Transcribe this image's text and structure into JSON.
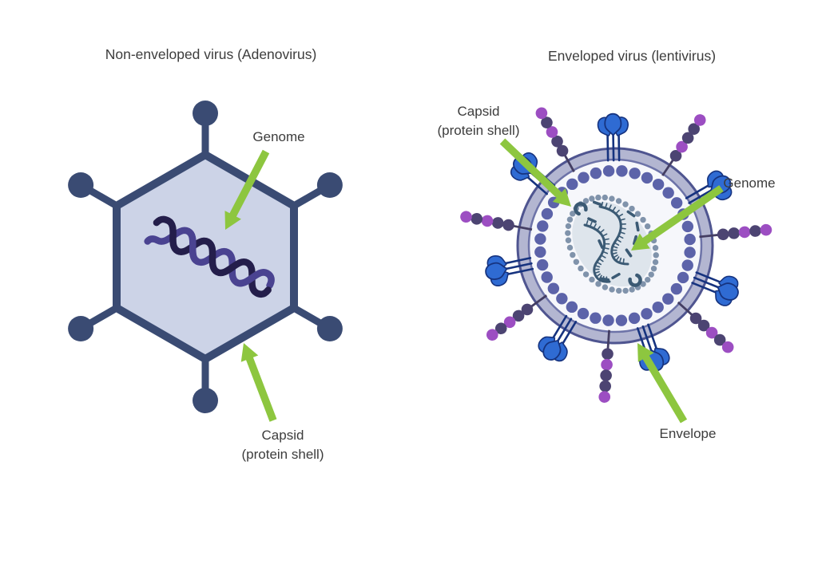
{
  "colors": {
    "background": "#ffffff",
    "text": "#3c3c3c",
    "arrow_green": "#8dc63f",
    "navy": "#3a4b73",
    "hexagon_fill": "#ccd3e7",
    "dna_dark": "#241e4b",
    "dna_purple": "#4a4391",
    "envelope_band": "#b3b6d1",
    "envelope_stroke": "#4f5590",
    "envelope_inner_stroke": "#6d73a8",
    "virion_interior": "#f6f7fb",
    "matrix_dot": "#5c63a9",
    "capsid_fill": "#dee5ec",
    "capsid_dot": "#8093ab",
    "rna": "#3b5a74",
    "trimer_fill": "#2f6bd3",
    "trimer_stroke": "#16337f",
    "bead_dark": "#4c4472",
    "bead_magenta": "#9c4ec2",
    "bead_stalk": "#443e63"
  },
  "left_panel": {
    "title": "Non-enveloped virus (Adenovirus)",
    "genome_label": "Genome",
    "capsid_label_line1": "Capsid",
    "capsid_label_line2": "(protein shell)",
    "spike_angles": [
      30,
      90,
      150,
      210,
      270,
      330
    ]
  },
  "right_panel": {
    "title": "Enveloped virus (lentivirus)",
    "capsid_label_line1": "Capsid",
    "capsid_label_line2": "(protein shell)",
    "genome_label": "Genome",
    "envelope_label": "Envelope",
    "matrix_dot_count": 36,
    "capsid_dot_count": 40,
    "spikes": [
      {
        "type": "trimer",
        "angle": 89
      },
      {
        "type": "trimer",
        "angle": 41
      },
      {
        "type": "trimer",
        "angle": 150
      },
      {
        "type": "trimer",
        "angle": 202
      },
      {
        "type": "trimer",
        "angle": 251
      },
      {
        "type": "trimer",
        "angle": 301
      },
      {
        "type": "trimer",
        "angle": 348
      },
      {
        "type": "chain",
        "angle": 11,
        "pattern": [
          "dark",
          "dark",
          "magenta",
          "dark",
          "magenta"
        ]
      },
      {
        "type": "chain",
        "angle": 61,
        "pattern": [
          "dark",
          "dark",
          "magenta",
          "dark",
          "magenta"
        ]
      },
      {
        "type": "chain",
        "angle": 124,
        "pattern": [
          "dark",
          "magenta",
          "dark",
          "dark",
          "magenta"
        ]
      },
      {
        "type": "chain",
        "angle": 174,
        "pattern": [
          "dark",
          "dark",
          "magenta",
          "dark",
          "magenta"
        ]
      },
      {
        "type": "chain",
        "angle": 222,
        "pattern": [
          "dark",
          "dark",
          "magenta",
          "dark",
          "magenta"
        ]
      },
      {
        "type": "chain",
        "angle": 274,
        "pattern": [
          "dark",
          "magenta",
          "dark",
          "dark",
          "magenta"
        ]
      },
      {
        "type": "chain",
        "angle": 324,
        "pattern": [
          "dark",
          "dark",
          "magenta",
          "dark",
          "magenta"
        ]
      }
    ]
  }
}
